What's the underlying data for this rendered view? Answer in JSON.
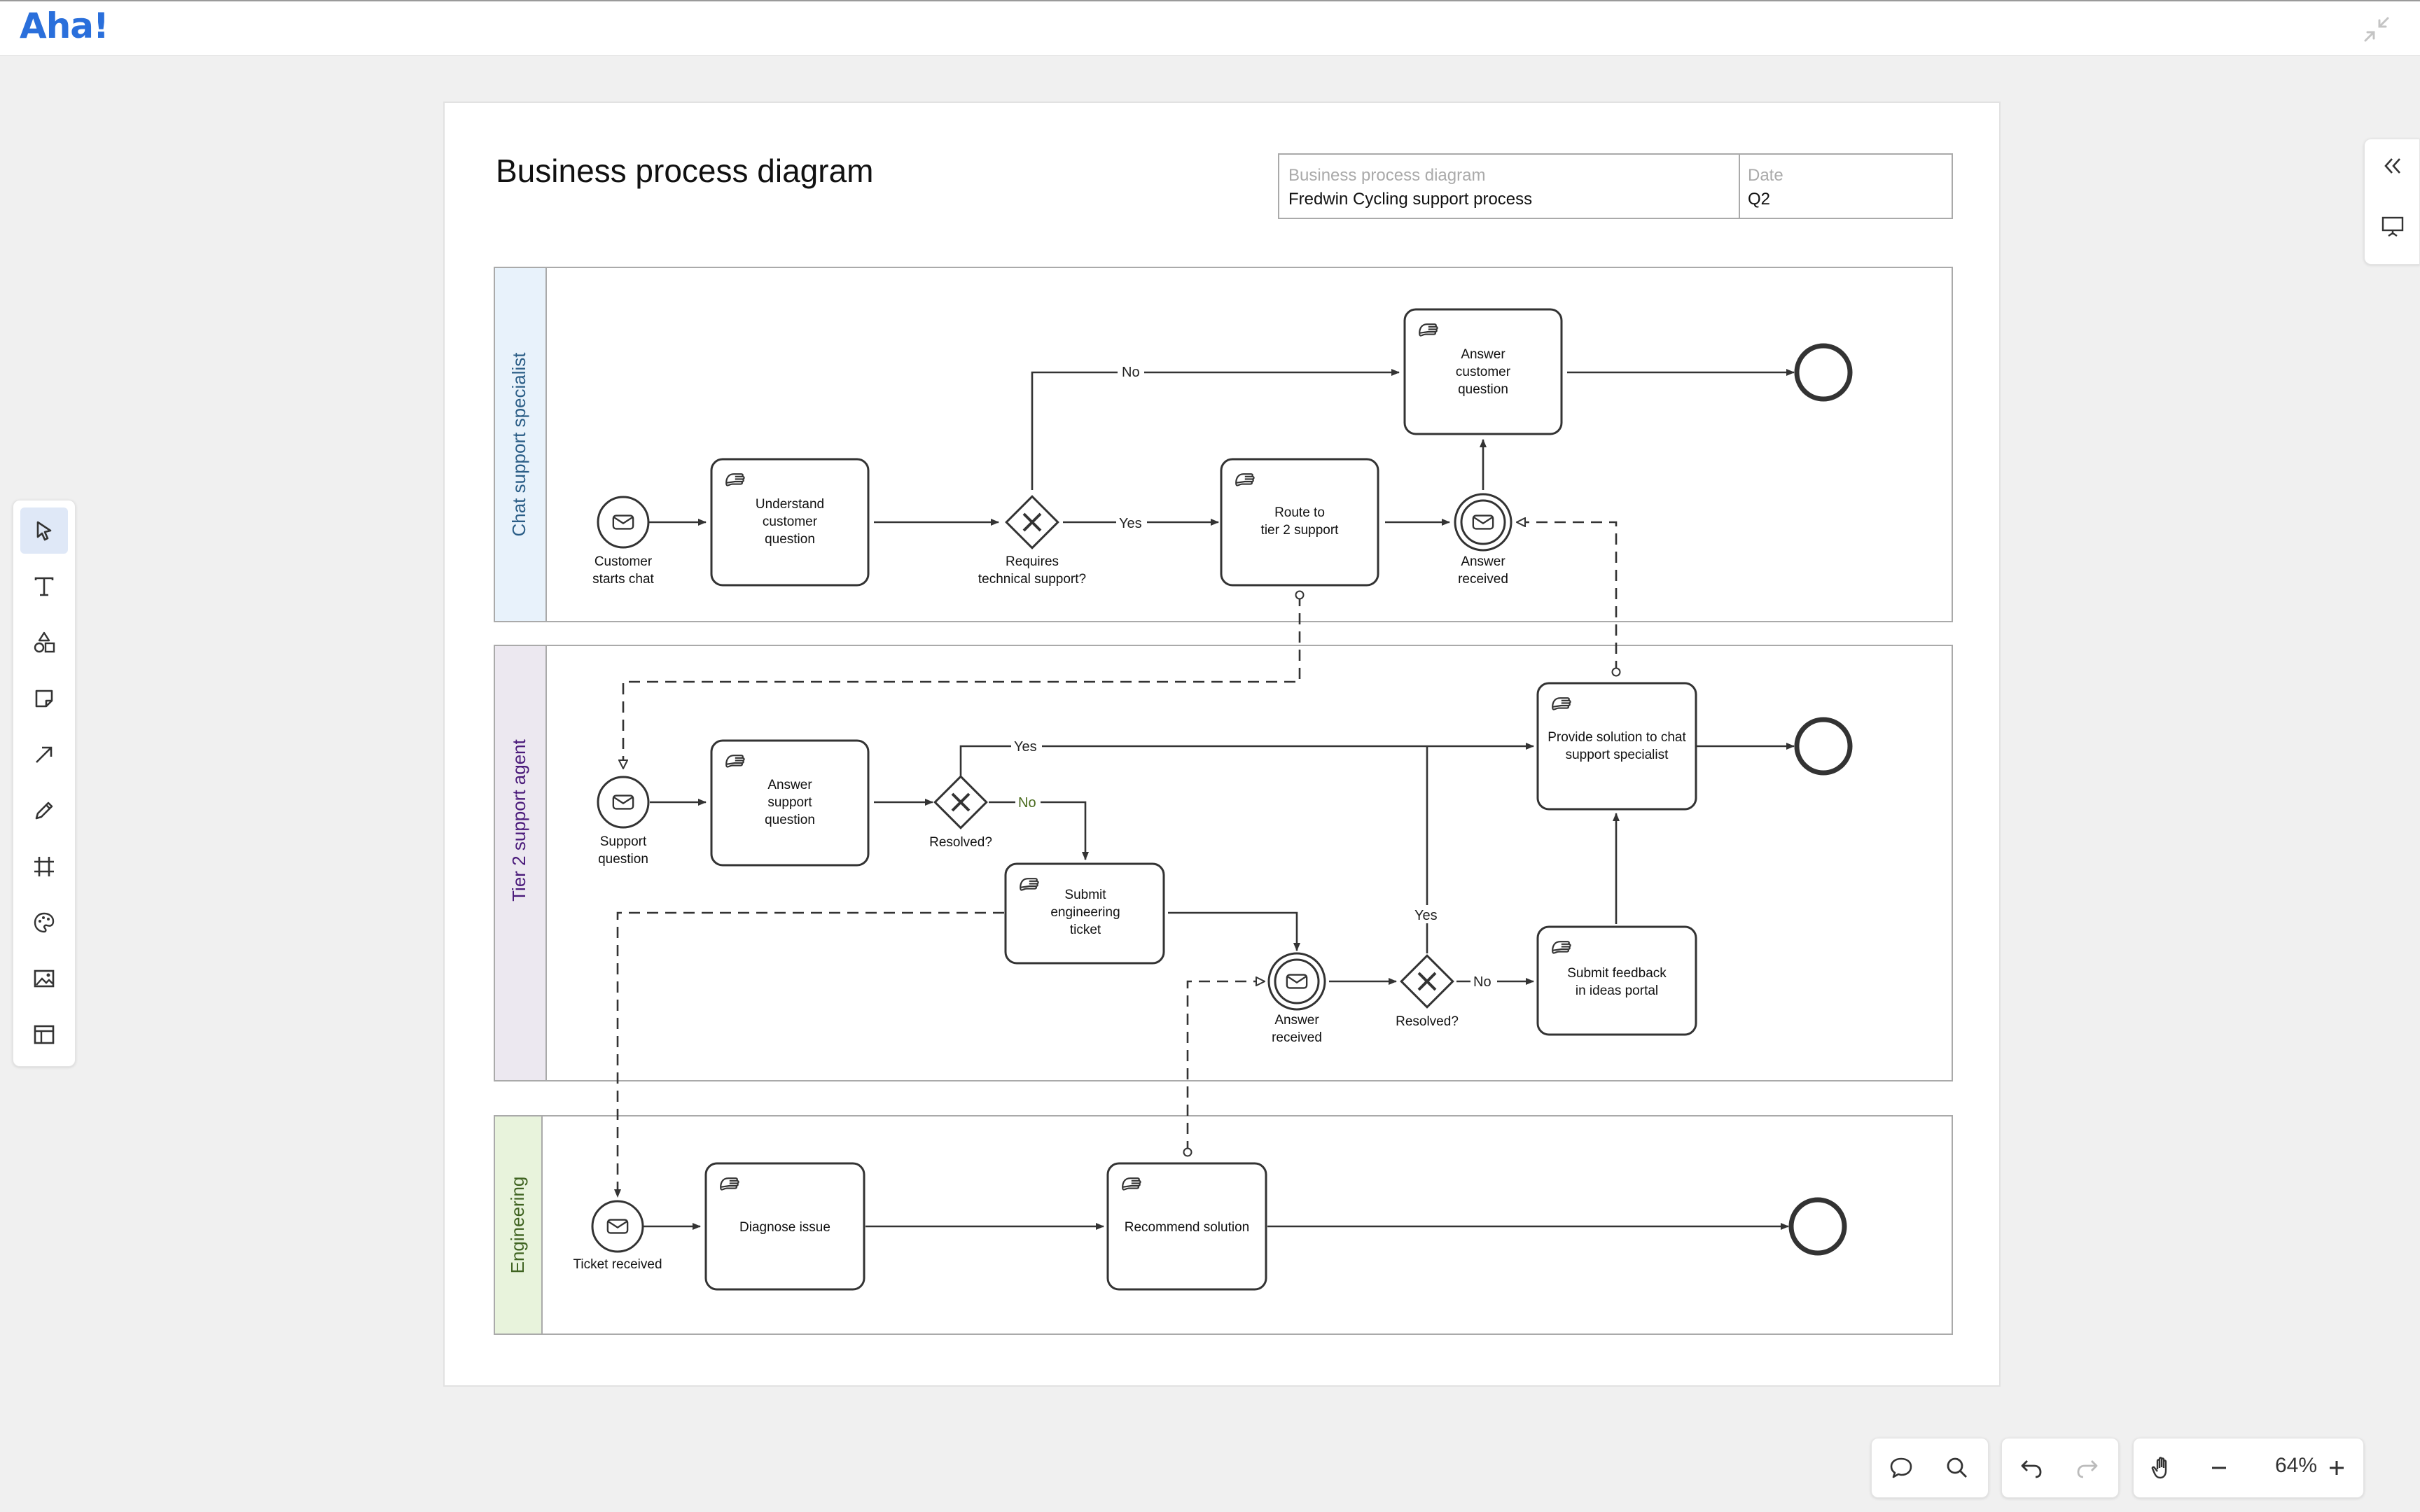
{
  "app": {
    "logo": "Aha!"
  },
  "toolbar": {
    "tools": [
      {
        "name": "select-tool",
        "icon": "cursor-icon",
        "active": true
      },
      {
        "name": "text-tool",
        "icon": "text-icon"
      },
      {
        "name": "shapes-tool",
        "icon": "shapes-icon"
      },
      {
        "name": "sticky-note-tool",
        "icon": "sticky-note-icon"
      },
      {
        "name": "connector-tool",
        "icon": "arrow-icon"
      },
      {
        "name": "pen-tool",
        "icon": "pen-icon"
      },
      {
        "name": "frame-tool",
        "icon": "frame-icon"
      },
      {
        "name": "style-tool",
        "icon": "palette-icon"
      },
      {
        "name": "image-tool",
        "icon": "image-icon"
      },
      {
        "name": "template-tool",
        "icon": "layout-icon"
      }
    ]
  },
  "diagram": {
    "title": "Business process diagram",
    "header_table": {
      "name_label": "Business process diagram",
      "name_value": "Fredwin Cycling support process",
      "date_label": "Date",
      "date_value": "Q2"
    },
    "lanes": [
      {
        "label": "Chat support specialist",
        "color": "#e8f2fb",
        "text_color": "#2a5d86"
      },
      {
        "label": "Tier 2 support agent",
        "color": "#ece8f0",
        "text_color": "#4a1a7a"
      },
      {
        "label": "Engineering",
        "color": "#e8f3dc",
        "text_color": "#3f6321"
      }
    ],
    "tasks": {
      "understand": "Understand customer question",
      "route": "Route to tier 2 support",
      "answer_customer": "Answer customer question",
      "answer_support": "Answer support question",
      "submit_ticket": "Submit engineering ticket",
      "provide_solution": "Provide solution to chat support specialist",
      "submit_feedback": "Submit feedback in ideas portal",
      "diagnose": "Diagnose issue",
      "recommend": "Recommend solution"
    },
    "events": {
      "customer_starts_chat": "Customer starts chat",
      "answer_received_1": "Answer received",
      "support_question": "Support question",
      "answer_received_2": "Answer received",
      "ticket_received": "Ticket received"
    },
    "gateways": {
      "requires_support": "Requires technical support?",
      "resolved_1": "Resolved?",
      "resolved_2": "Resolved?"
    },
    "flow_labels": {
      "no": "No",
      "yes": "Yes"
    }
  },
  "bottom_bar": {
    "zoom": "64%"
  },
  "colors": {
    "accent": "#2a6fdb",
    "stroke": "#3a3a3a",
    "canvas": "#f0f0f0"
  }
}
